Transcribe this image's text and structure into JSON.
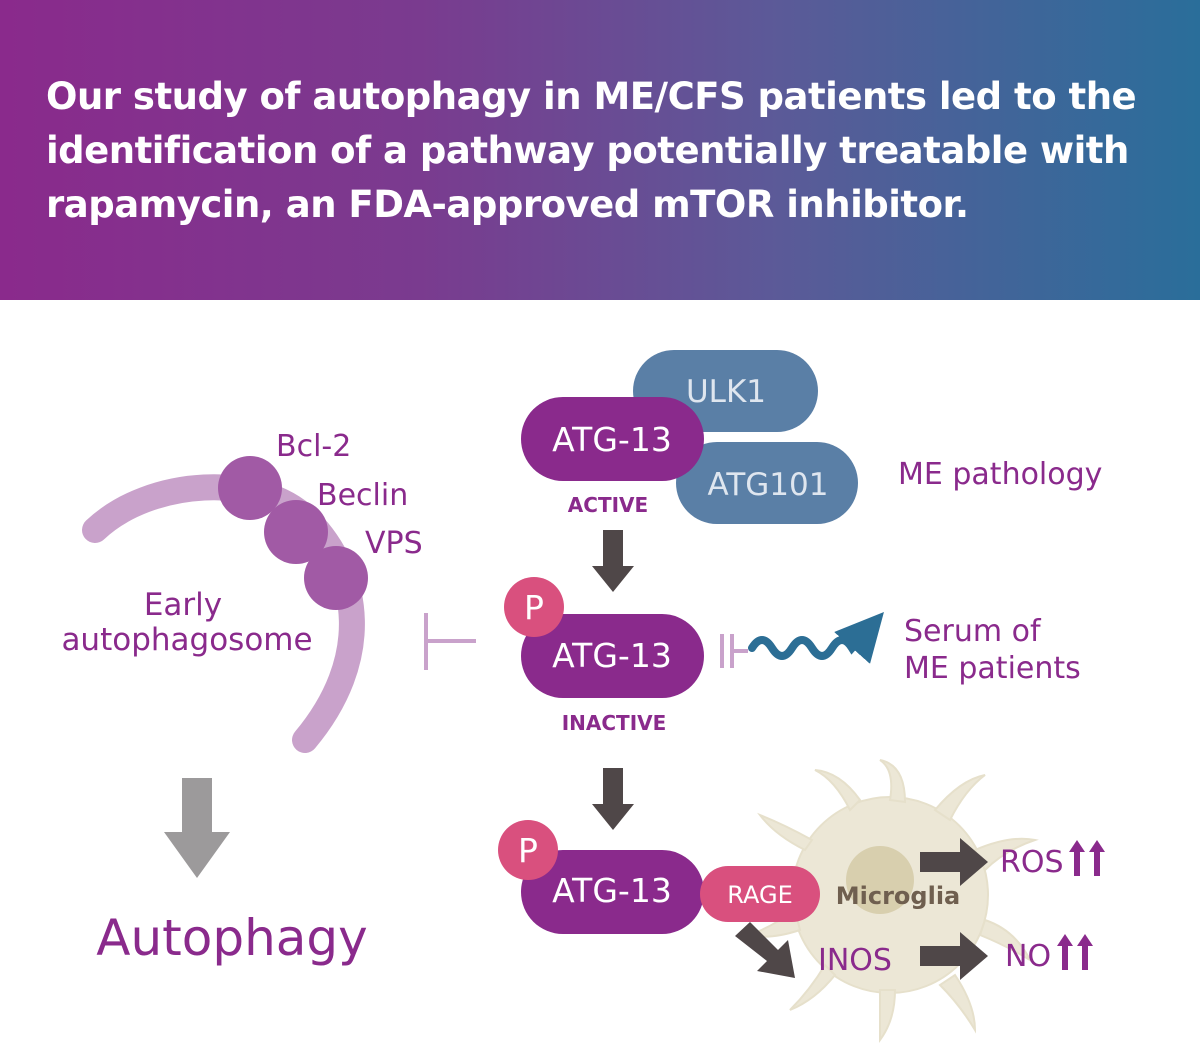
{
  "header": {
    "headline": "Our study of autophagy in ME/CFS patients led to the identification of a pathway potentially treatable with rapamycin, an FDA-approved mTOR inhibitor."
  },
  "diagram": {
    "ulk1": "ULK1",
    "atg101": "ATG101",
    "atg13": "ATG-13",
    "active": "ACTIVE",
    "inactive": "INACTIVE",
    "phospho": "P",
    "me_pathology": "ME pathology",
    "serum_line1": "Serum of",
    "serum_line2": "ME patients",
    "bcl2": "Bcl-2",
    "beclin": "Beclin",
    "vps": "VPS",
    "early_line1": "Early",
    "early_line2": "autophagosome",
    "autophagy": "Autophagy",
    "rage": "RAGE",
    "microglia": "Microglia",
    "inos": "INOS",
    "ros": "ROS",
    "no": "NO"
  },
  "colors": {
    "purple": "#8a2a8c",
    "light_purple": "#c9a2cb",
    "bead_purple": "#a15aa5",
    "blue_grey": "#5a7fa6",
    "pink": "#d9507e",
    "dark_arrow": "#4f4748",
    "grey_arrow": "#9c9a9b",
    "teal_wave": "#2c6e95",
    "microglia_fill": "#ece7d6",
    "microglia_nucleus": "#d8cfae"
  }
}
